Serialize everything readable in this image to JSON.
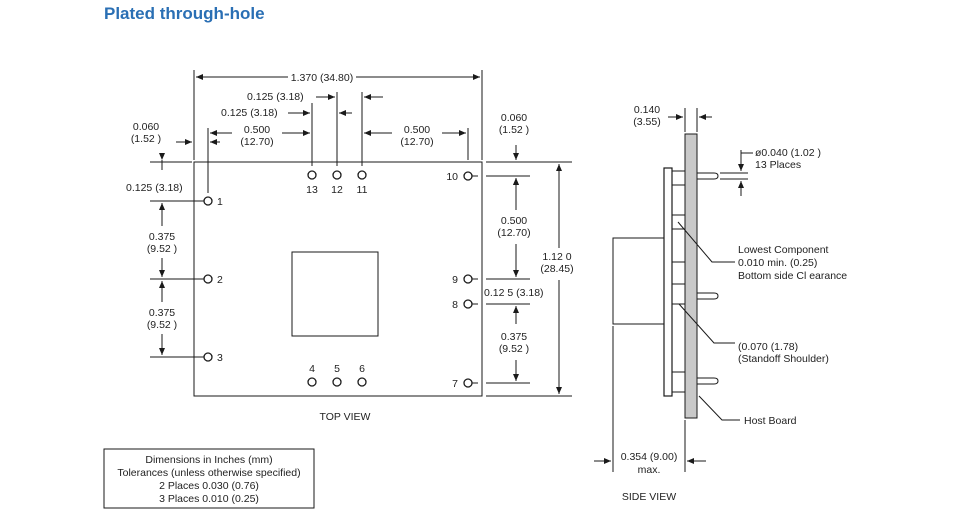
{
  "page": {
    "title": "Plated through-hole"
  },
  "top_view": {
    "caption": "TOP VIEW",
    "dims": {
      "overall_width": "1.370 (34.80)",
      "pin12_13_in": "0.125 (3.18)",
      "pin13_left_in": "0.125 (3.18)",
      "left_to_13_in": "0.500",
      "left_to_13_mm": "(12.70)",
      "right_to_11_in": "0.500",
      "right_to_11_mm": "(12.70)",
      "left_edge_in": "0.060",
      "left_edge_mm": "(1.52 )",
      "right_edge_in": "0.060",
      "right_edge_mm": "(1.52 )",
      "top_to_1": "0.125 (3.18)",
      "pin1_2_in": "0.375",
      "pin1_2_mm": "(9.52 )",
      "pin2_3_in": "0.375",
      "pin2_3_mm": "(9.52 )",
      "pin10_9_in": "0.500",
      "pin10_9_mm": "(12.70)",
      "pin9_8": "0.12 5 (3.18)",
      "pin8_7_in": "0.375",
      "pin8_7_mm": "(9.52 )",
      "height_in": "1.12 0",
      "height_mm": "(28.45)"
    },
    "pin_labels": {
      "p1": "1",
      "p2": "2",
      "p3": "3",
      "p4": "4",
      "p5": "5",
      "p6": "6",
      "p7": "7",
      "p8": "8",
      "p9": "9",
      "p10": "10",
      "p11": "11",
      "p12": "12",
      "p13": "13"
    }
  },
  "side_view": {
    "caption": "SIDE VIEW",
    "dim_thickness_in": "0.140",
    "dim_thickness_mm": "(3.55)",
    "pin_dia_1": "ø0.040 (1.02 )",
    "pin_dia_2": "13 Places",
    "lowest_1": "Lowest Component",
    "lowest_2": "0.010 min. (0.25)",
    "lowest_3": "Bottom side Cl earance",
    "standoff_1": "(0.070 (1.78)",
    "standoff_2": "(Standoff Shoulder)",
    "host_board": "Host Board",
    "max_height": "0.354 (9.00)",
    "max_label": "max."
  },
  "notes": {
    "line1": "Dimensions in Inches (mm)",
    "line2": "Tolerances (unless otherwise specified)",
    "line3": "2 Places 0.030 (0.76)",
    "line4": "3 Places 0.010 (0.25)"
  }
}
